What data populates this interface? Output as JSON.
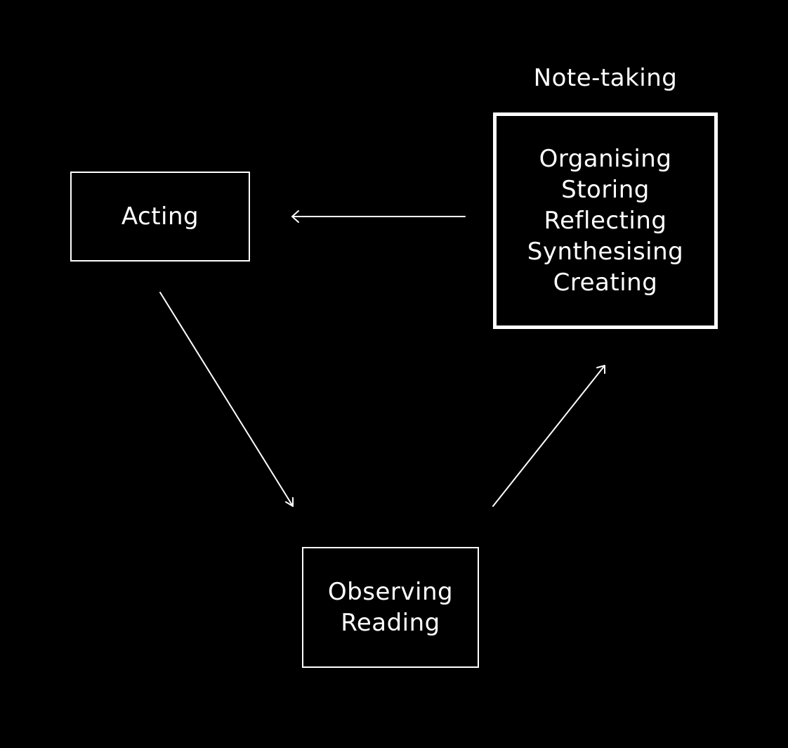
{
  "diagram": {
    "caption": "Note-taking",
    "nodes": {
      "acting": {
        "lines": [
          "Acting"
        ]
      },
      "notes": {
        "lines": [
          "Organising",
          "Storing",
          "Reflecting",
          "Synthesising",
          "Creating"
        ]
      },
      "observing": {
        "lines": [
          "Observing",
          "Reading"
        ]
      }
    },
    "edges": [
      {
        "from": "notes",
        "to": "acting"
      },
      {
        "from": "acting",
        "to": "observing"
      },
      {
        "from": "observing",
        "to": "notes"
      }
    ],
    "colors": {
      "background": "#000000",
      "foreground": "#ffffff"
    }
  }
}
